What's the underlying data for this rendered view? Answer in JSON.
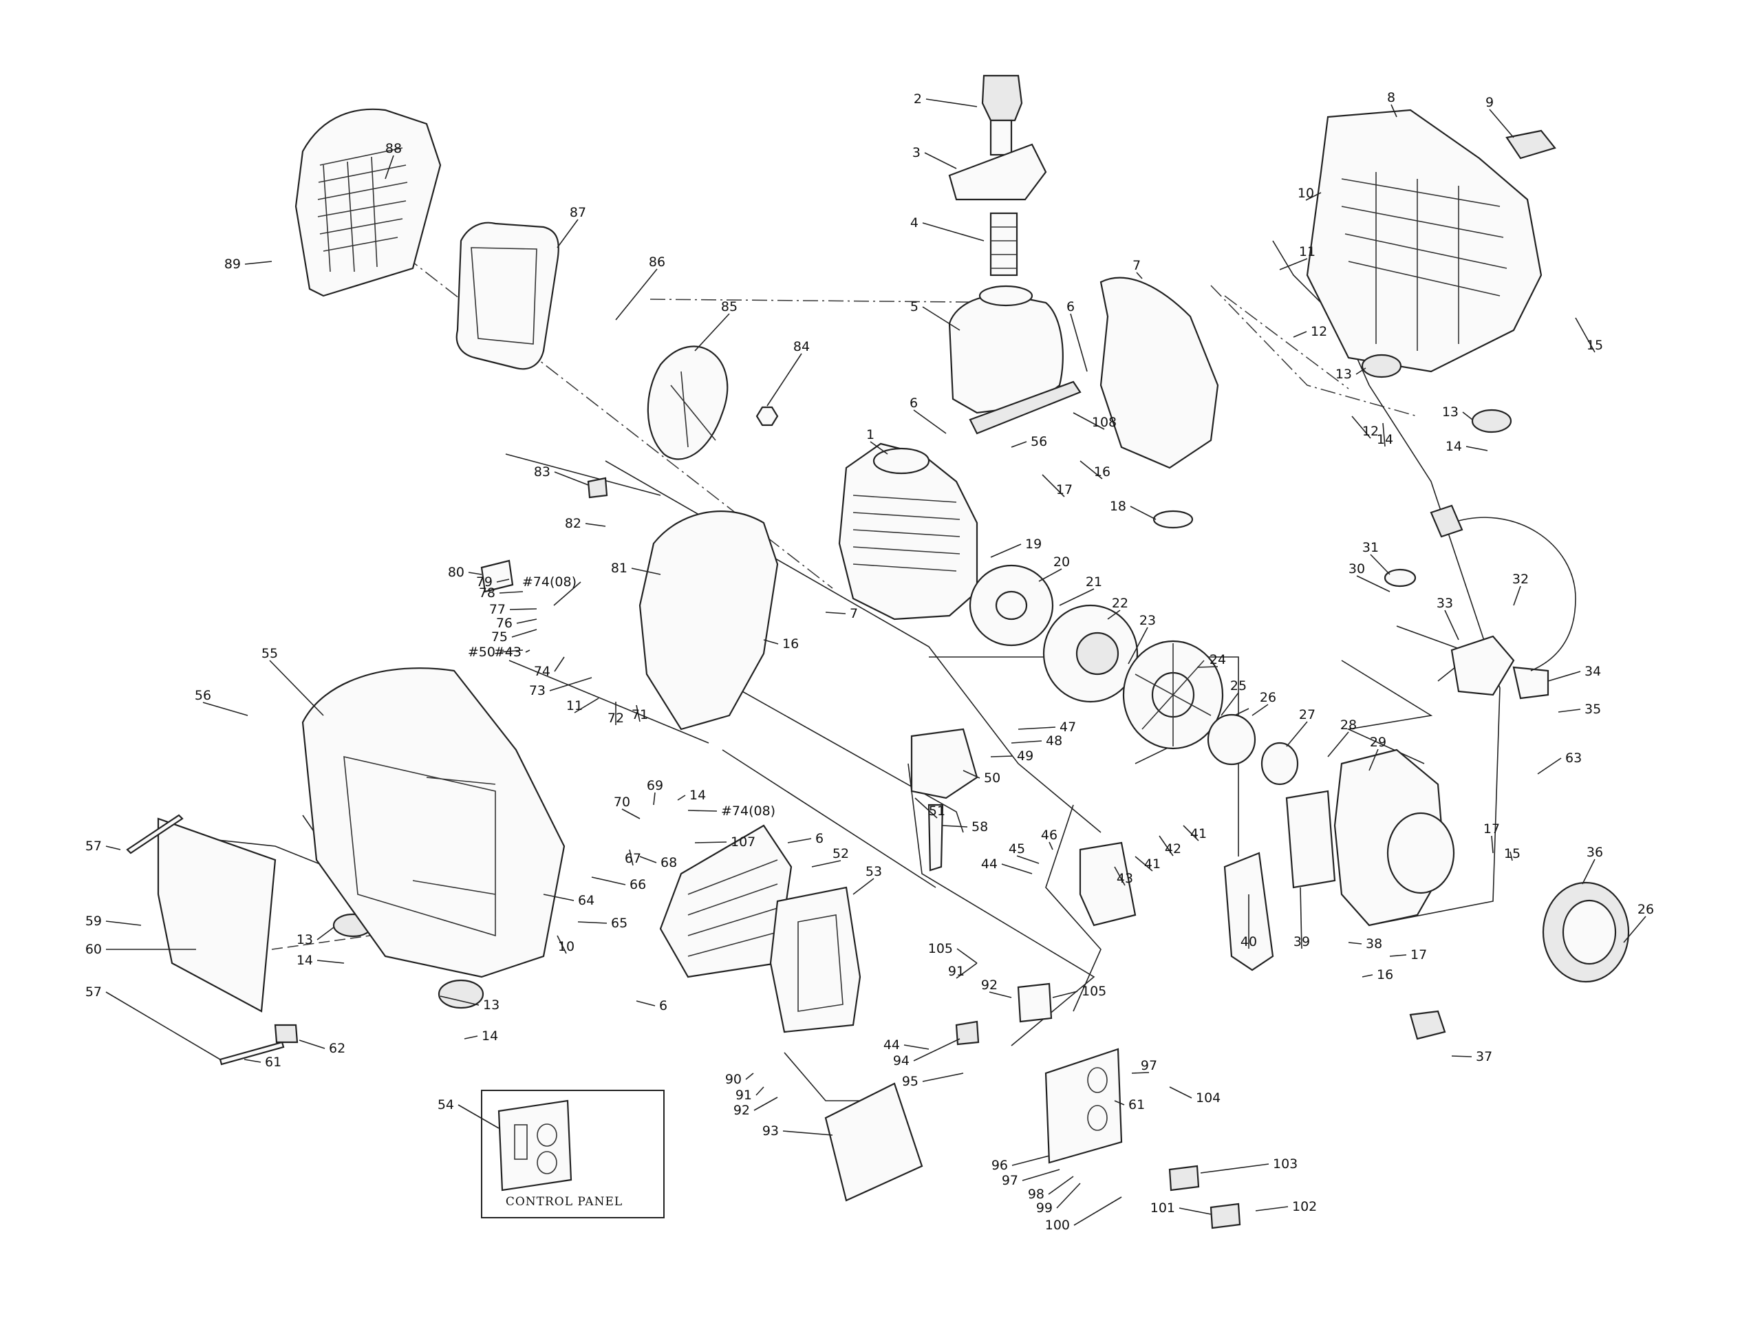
{
  "diagram": {
    "control_panel_title": "CONTROL PANEL",
    "callouts": [
      {
        "id": "c1",
        "text": "1"
      },
      {
        "id": "c2",
        "text": "2"
      },
      {
        "id": "c3",
        "text": "3"
      },
      {
        "id": "c4",
        "text": "4"
      },
      {
        "id": "c5",
        "text": "5"
      },
      {
        "id": "c6a",
        "text": "6"
      },
      {
        "id": "c6b",
        "text": "6"
      },
      {
        "id": "c6c",
        "text": "6"
      },
      {
        "id": "c6d",
        "text": "6"
      },
      {
        "id": "c7a",
        "text": "7"
      },
      {
        "id": "c7b",
        "text": "7"
      },
      {
        "id": "c8",
        "text": "8"
      },
      {
        "id": "c9",
        "text": "9"
      },
      {
        "id": "c10a",
        "text": "10"
      },
      {
        "id": "c10b",
        "text": "10"
      },
      {
        "id": "c11a",
        "text": "11"
      },
      {
        "id": "c11b",
        "text": "11"
      },
      {
        "id": "c12a",
        "text": "12"
      },
      {
        "id": "c12b",
        "text": "12"
      },
      {
        "id": "c13a",
        "text": "13"
      },
      {
        "id": "c13b",
        "text": "13"
      },
      {
        "id": "c13c",
        "text": "13"
      },
      {
        "id": "c13d",
        "text": "13"
      },
      {
        "id": "c14a",
        "text": "14"
      },
      {
        "id": "c14b",
        "text": "14"
      },
      {
        "id": "c14c",
        "text": "14"
      },
      {
        "id": "c14d",
        "text": "14"
      },
      {
        "id": "c14e",
        "text": "14"
      },
      {
        "id": "c15a",
        "text": "15"
      },
      {
        "id": "c15b",
        "text": "15"
      },
      {
        "id": "c16a",
        "text": "16"
      },
      {
        "id": "c16b",
        "text": "16"
      },
      {
        "id": "c16c",
        "text": "16"
      },
      {
        "id": "c17a",
        "text": "17"
      },
      {
        "id": "c17b",
        "text": "17"
      },
      {
        "id": "c17c",
        "text": "17"
      },
      {
        "id": "c18",
        "text": "18"
      },
      {
        "id": "c19",
        "text": "19"
      },
      {
        "id": "c20",
        "text": "20"
      },
      {
        "id": "c21",
        "text": "21"
      },
      {
        "id": "c22",
        "text": "22"
      },
      {
        "id": "c23",
        "text": "23"
      },
      {
        "id": "c24",
        "text": "24"
      },
      {
        "id": "c25",
        "text": "25"
      },
      {
        "id": "c26a",
        "text": "26"
      },
      {
        "id": "c26b",
        "text": "26"
      },
      {
        "id": "c27",
        "text": "27"
      },
      {
        "id": "c28",
        "text": "28"
      },
      {
        "id": "c29",
        "text": "29"
      },
      {
        "id": "c30",
        "text": "30"
      },
      {
        "id": "c31",
        "text": "31"
      },
      {
        "id": "c32",
        "text": "32"
      },
      {
        "id": "c33",
        "text": "33"
      },
      {
        "id": "c34",
        "text": "34"
      },
      {
        "id": "c35",
        "text": "35"
      },
      {
        "id": "c36",
        "text": "36"
      },
      {
        "id": "c37",
        "text": "37"
      },
      {
        "id": "c38",
        "text": "38"
      },
      {
        "id": "c39",
        "text": "39"
      },
      {
        "id": "c40",
        "text": "40"
      },
      {
        "id": "c41a",
        "text": "41"
      },
      {
        "id": "c41b",
        "text": "41"
      },
      {
        "id": "c42",
        "text": "42"
      },
      {
        "id": "c43a",
        "text": "43"
      },
      {
        "id": "c44a",
        "text": "44"
      },
      {
        "id": "c44b",
        "text": "44"
      },
      {
        "id": "c45",
        "text": "45"
      },
      {
        "id": "c46",
        "text": "46"
      },
      {
        "id": "c47",
        "text": "47"
      },
      {
        "id": "c48",
        "text": "48"
      },
      {
        "id": "c49",
        "text": "49"
      },
      {
        "id": "c50",
        "text": "50"
      },
      {
        "id": "c51",
        "text": "51"
      },
      {
        "id": "c52",
        "text": "52"
      },
      {
        "id": "c53",
        "text": "53"
      },
      {
        "id": "c54",
        "text": "54"
      },
      {
        "id": "c55",
        "text": "55"
      },
      {
        "id": "c56a",
        "text": "56"
      },
      {
        "id": "c56b",
        "text": "56"
      },
      {
        "id": "c57a",
        "text": "57"
      },
      {
        "id": "c57b",
        "text": "57"
      },
      {
        "id": "c58",
        "text": "58"
      },
      {
        "id": "c59",
        "text": "59"
      },
      {
        "id": "c60",
        "text": "60"
      },
      {
        "id": "c61a",
        "text": "61"
      },
      {
        "id": "c61b",
        "text": "61"
      },
      {
        "id": "c62",
        "text": "62"
      },
      {
        "id": "c63",
        "text": "63"
      },
      {
        "id": "c64",
        "text": "64"
      },
      {
        "id": "c65",
        "text": "65"
      },
      {
        "id": "c66",
        "text": "66"
      },
      {
        "id": "c67",
        "text": "67"
      },
      {
        "id": "c68",
        "text": "68"
      },
      {
        "id": "c69",
        "text": "69"
      },
      {
        "id": "c70",
        "text": "70"
      },
      {
        "id": "c71",
        "text": "71"
      },
      {
        "id": "c72",
        "text": "72"
      },
      {
        "id": "c73",
        "text": "73"
      },
      {
        "id": "c74",
        "text": "74"
      },
      {
        "id": "c75",
        "text": "75"
      },
      {
        "id": "c76",
        "text": "76"
      },
      {
        "id": "c77",
        "text": "77"
      },
      {
        "id": "c78",
        "text": "78"
      },
      {
        "id": "c79",
        "text": "79"
      },
      {
        "id": "c80",
        "text": "80"
      },
      {
        "id": "c81",
        "text": "81"
      },
      {
        "id": "c82",
        "text": "82"
      },
      {
        "id": "c83",
        "text": "83"
      },
      {
        "id": "c84",
        "text": "84"
      },
      {
        "id": "c85",
        "text": "85"
      },
      {
        "id": "c86",
        "text": "86"
      },
      {
        "id": "c87",
        "text": "87"
      },
      {
        "id": "c88",
        "text": "88"
      },
      {
        "id": "c89",
        "text": "89"
      },
      {
        "id": "c90",
        "text": "90"
      },
      {
        "id": "c91a",
        "text": "91"
      },
      {
        "id": "c91b",
        "text": "91"
      },
      {
        "id": "c92a",
        "text": "92"
      },
      {
        "id": "c92b",
        "text": "92"
      },
      {
        "id": "c93",
        "text": "93"
      },
      {
        "id": "c94",
        "text": "94"
      },
      {
        "id": "c95",
        "text": "95"
      },
      {
        "id": "c96",
        "text": "96"
      },
      {
        "id": "c97a",
        "text": "97"
      },
      {
        "id": "c97b",
        "text": "97"
      },
      {
        "id": "c98",
        "text": "98"
      },
      {
        "id": "c99",
        "text": "99"
      },
      {
        "id": "c100",
        "text": "100"
      },
      {
        "id": "c101",
        "text": "101"
      },
      {
        "id": "c102",
        "text": "102"
      },
      {
        "id": "c103",
        "text": "103"
      },
      {
        "id": "c104",
        "text": "104"
      },
      {
        "id": "c105a",
        "text": "105"
      },
      {
        "id": "c105b",
        "text": "105"
      },
      {
        "id": "c107",
        "text": "107"
      },
      {
        "id": "c108",
        "text": "108"
      },
      {
        "id": "c74b",
        "text": "#74(08)"
      },
      {
        "id": "c74c",
        "text": "#74(08)"
      },
      {
        "id": "c50b",
        "text": "#50"
      },
      {
        "id": "c43b",
        "text": "#43"
      }
    ]
  }
}
